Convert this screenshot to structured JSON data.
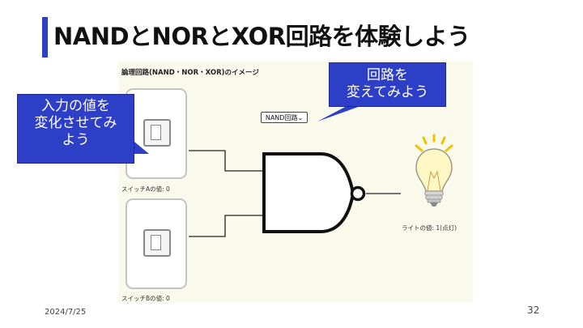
{
  "slide": {
    "title": "NANDとNORとXOR回路を体験しよう",
    "date": "2024/7/25",
    "page_number": "32",
    "accent_color": "#2e3fc7"
  },
  "simulator": {
    "title": "論理回路(NAND・NOR・XOR)のイメージ",
    "circuit_select": {
      "value": "NAND回路",
      "options": [
        "NAND回路"
      ]
    },
    "switch_a_label": "スイッチAの値: 0",
    "switch_b_label": "スイッチBの値: 0",
    "light_label": "ライトの値: 1(点灯)",
    "gate_type": "NAND"
  },
  "callouts": {
    "input": "入力の値を\n変化させてみ\nよう",
    "circuit": "回路を\n変えてみよう"
  }
}
